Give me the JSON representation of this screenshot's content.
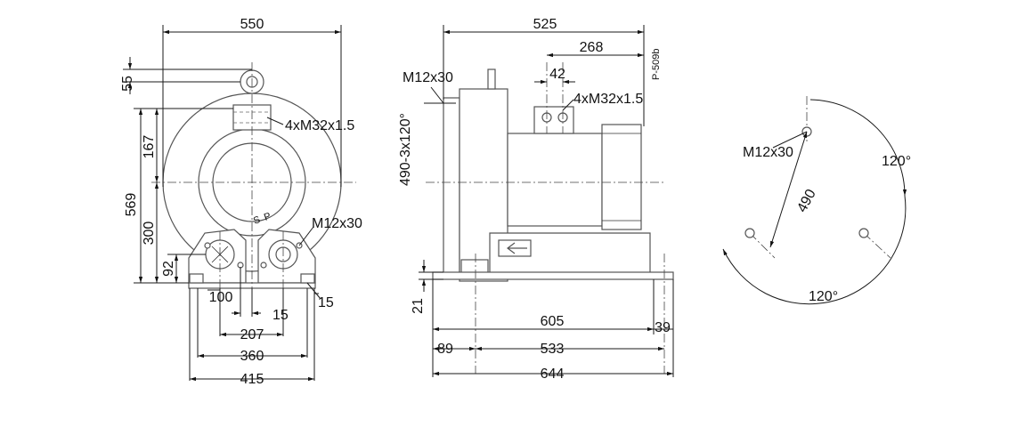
{
  "drawing_code": "P-509b",
  "front_view": {
    "overall_width": "550",
    "lug_height": "55",
    "port_center_height": "167",
    "overall_height": "569",
    "axis_height": "300",
    "foot_height": "92",
    "thread_ports": "4xM32x1.5",
    "mount_bolt": "M12x30",
    "foot_offset": "100",
    "foot_gap": "15",
    "foot_edge": "15",
    "hole_span_inner": "207",
    "hole_span_outer": "360",
    "base_width": "415",
    "port_marks": [
      "S",
      "P"
    ]
  },
  "side_view": {
    "overall_length": "525",
    "port_offset": "268",
    "port_spacing": "42",
    "thread_ports": "4xM32x1.5",
    "flange_bolt": "M12x30",
    "flange_holes": "490-3x120°",
    "foot_thickness": "21",
    "foot_span": "605",
    "foot_end": "39",
    "foot_start": "89",
    "hole_span": "533",
    "base_length": "644"
  },
  "flange_view": {
    "bolt": "M12x30",
    "pcd": "490",
    "angle_right": "120°",
    "angle_bottom": "120°"
  }
}
